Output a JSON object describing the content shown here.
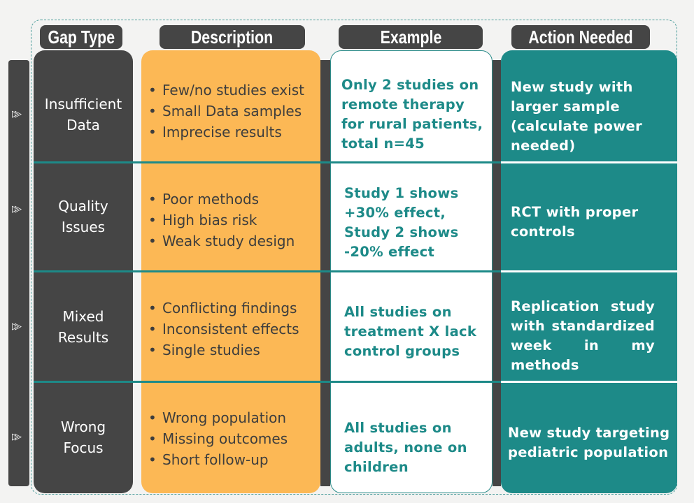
{
  "headers": {
    "gap_type": "Gap Type",
    "description": "Description",
    "example": "Example",
    "action": "Action Needed"
  },
  "rows": [
    {
      "gap": "Insufficient Data",
      "description": [
        "Few/no studies exist",
        "Small Data samples",
        "Imprecise results"
      ],
      "example": "Only 2 studies  on remote therapy for rural patients, total n=45",
      "action": "New study with larger sample (calculate power needed)"
    },
    {
      "gap": "Quality Issues",
      "description": [
        "Poor methods",
        "High bias risk",
        "Weak study design"
      ],
      "example": "Study 1 shows +30% effect, Study 2 shows -20% effect",
      "action": "RCT with proper controls"
    },
    {
      "gap": "Mixed Results",
      "description": [
        "Conflicting findings",
        "Inconsistent effects",
        "Single studies"
      ],
      "example": "All studies on treatment X lack control groups",
      "action": "Replication  study with standardized week    in    my methods"
    },
    {
      "gap": "Wrong Focus",
      "description": [
        "Wrong population",
        "Missing outcomes",
        "Short follow-up"
      ],
      "example": "All studies on adults, none on children",
      "action": "New study targeting pediatric population"
    }
  ],
  "colors": {
    "dark": "#454545",
    "orange": "#fcb855",
    "teal": "#1d8a88",
    "white": "#ffffff"
  },
  "icons": {
    "row_marker": "double-play-arrow-icon"
  }
}
